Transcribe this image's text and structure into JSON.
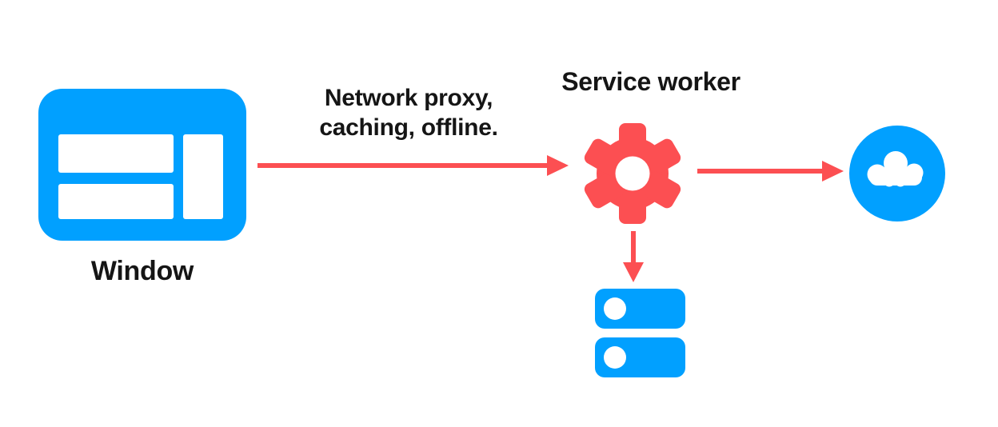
{
  "diagram": {
    "background": "#ffffff",
    "colors": {
      "node_blue": "#01a0ff",
      "accent_red": "#fc4f52",
      "text": "#151515",
      "icon_inner": "#ffffff"
    },
    "nodes": [
      {
        "id": "window",
        "label": "Window",
        "icon": "browser-window-icon",
        "color": "#01a0ff"
      },
      {
        "id": "service-worker",
        "label": "Service worker",
        "icon": "gear-icon",
        "color": "#fc4f52"
      },
      {
        "id": "cloud",
        "label": "",
        "icon": "cloud-icon",
        "color": "#01a0ff"
      },
      {
        "id": "storage",
        "label": "",
        "icon": "database-icon",
        "color": "#01a0ff"
      }
    ],
    "edges": [
      {
        "from": "window",
        "to": "service-worker",
        "label_lines": [
          "Network proxy,",
          "caching, offline."
        ],
        "color": "#fc4f52"
      },
      {
        "from": "service-worker",
        "to": "cloud",
        "label_lines": [],
        "color": "#fc4f52"
      },
      {
        "from": "service-worker",
        "to": "storage",
        "label_lines": [],
        "color": "#fc4f52"
      }
    ]
  }
}
